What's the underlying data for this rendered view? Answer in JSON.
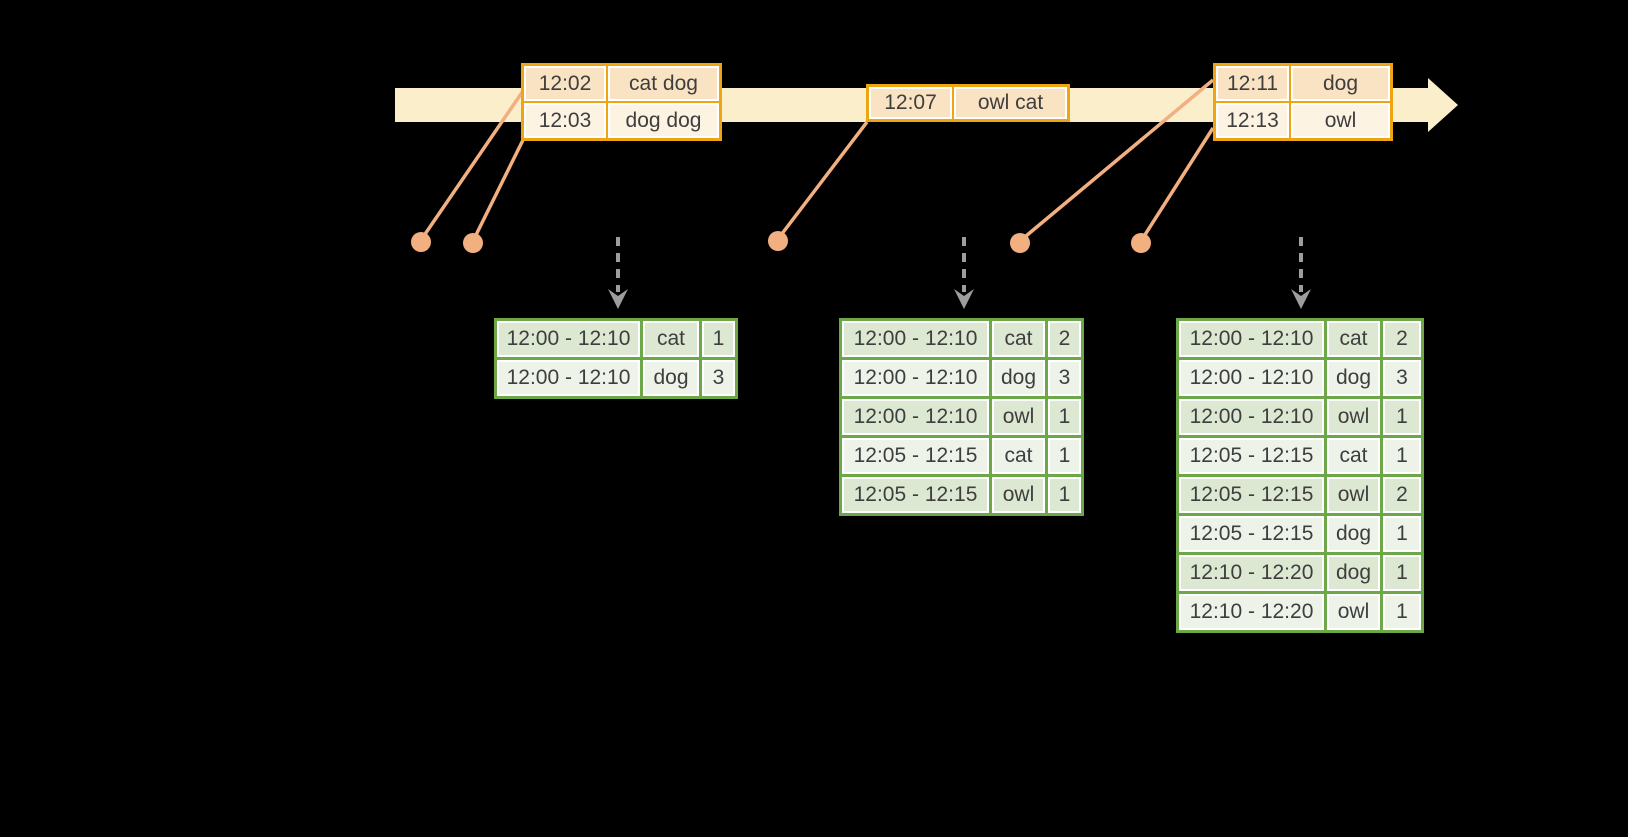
{
  "colors": {
    "background": "#000000",
    "timeline_fill": "#FBEECB",
    "event_border": "#EFA512",
    "event_row_dark": "#FAE3C3",
    "event_row_light": "#FDF3E3",
    "connector": "#F2AF80",
    "result_border": "#6DA848",
    "result_row_dark": "#DCE8D2",
    "result_row_light": "#EDF3E9",
    "arrow_gray": "#9D9D9D",
    "text": "#3E3E3E"
  },
  "icons": {
    "timeline_arrowhead": "right-triangle",
    "trigger_arrow": "dashed-down-arrow",
    "event_marker": "filled-circle"
  },
  "timeline": {
    "event_boxes": [
      {
        "rows": [
          {
            "time": "12:02",
            "words": "cat dog"
          },
          {
            "time": "12:03",
            "words": "dog dog"
          }
        ]
      },
      {
        "rows": [
          {
            "time": "12:07",
            "words": "owl cat"
          }
        ]
      },
      {
        "rows": [
          {
            "time": "12:11",
            "words": "dog"
          },
          {
            "time": "12:13",
            "words": "owl"
          }
        ]
      }
    ]
  },
  "result_tables": [
    {
      "rows": [
        {
          "window": "12:00 - 12:10",
          "word": "cat",
          "count": "1"
        },
        {
          "window": "12:00 - 12:10",
          "word": "dog",
          "count": "3"
        }
      ]
    },
    {
      "rows": [
        {
          "window": "12:00 - 12:10",
          "word": "cat",
          "count": "2"
        },
        {
          "window": "12:00 - 12:10",
          "word": "dog",
          "count": "3"
        },
        {
          "window": "12:00 - 12:10",
          "word": "owl",
          "count": "1"
        },
        {
          "window": "12:05 - 12:15",
          "word": "cat",
          "count": "1"
        },
        {
          "window": "12:05 - 12:15",
          "word": "owl",
          "count": "1"
        }
      ]
    },
    {
      "rows": [
        {
          "window": "12:00 - 12:10",
          "word": "cat",
          "count": "2"
        },
        {
          "window": "12:00 - 12:10",
          "word": "dog",
          "count": "3"
        },
        {
          "window": "12:00 - 12:10",
          "word": "owl",
          "count": "1"
        },
        {
          "window": "12:05 - 12:15",
          "word": "cat",
          "count": "1"
        },
        {
          "window": "12:05 - 12:15",
          "word": "owl",
          "count": "2"
        },
        {
          "window": "12:05 - 12:15",
          "word": "dog",
          "count": "1"
        },
        {
          "window": "12:10 - 12:20",
          "word": "dog",
          "count": "1"
        },
        {
          "window": "12:10 - 12:20",
          "word": "owl",
          "count": "1"
        }
      ]
    }
  ]
}
